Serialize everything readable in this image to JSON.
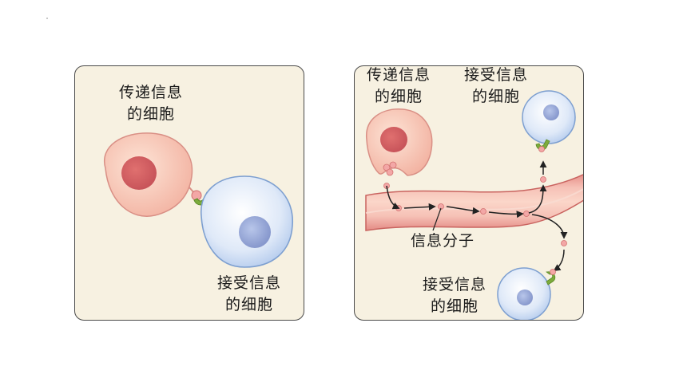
{
  "left_panel": {
    "sender_label": {
      "line1": "传递信息",
      "line2": "的细胞"
    },
    "receiver_label": {
      "line1": "接受信息",
      "line2": "的细胞"
    }
  },
  "right_panel": {
    "sender_label": {
      "line1": "传递信息",
      "line2": "的细胞"
    },
    "receiver_top_label": {
      "line1": "接受信息",
      "line2": "的细胞"
    },
    "receiver_bottom_label": {
      "line1": "接受信息",
      "line2": "的细胞"
    },
    "molecule_label": "信息分子"
  },
  "colors": {
    "panel_bg": "#f7f1e1",
    "sender_cell": "#f6c9b8",
    "sender_nucleus": "#d76566",
    "receiver_cell": "#d3e2f6",
    "receiver_nucleus": "#9aaed8",
    "receptor": "#7cab3c",
    "vessel": "#e58a86"
  }
}
